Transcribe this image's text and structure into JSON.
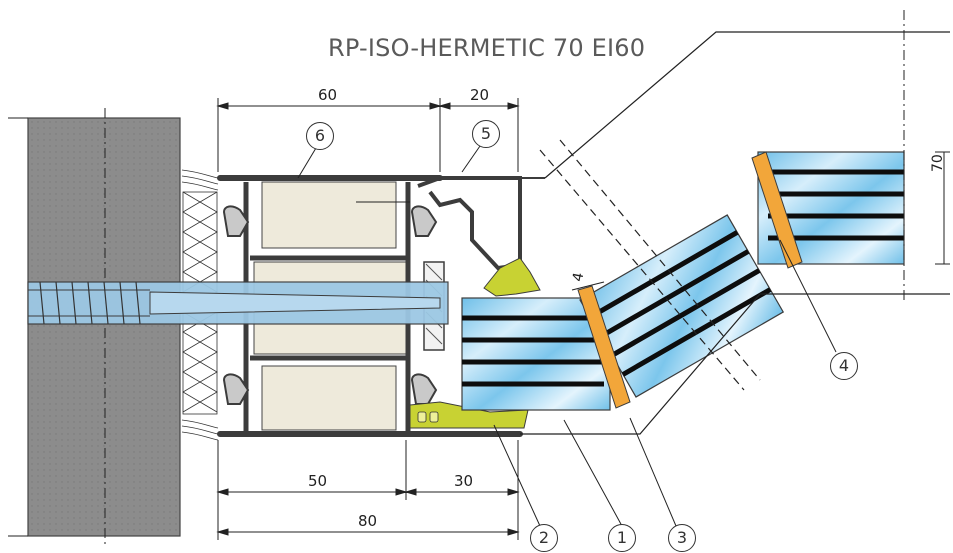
{
  "title": "RP-ISO-HERMETIC 70 EI60",
  "dimensions": {
    "top_frame": "60",
    "top_gap": "20",
    "bottom_inner": "50",
    "bottom_gap": "30",
    "bottom_total": "80",
    "glass_thickness": "70",
    "spacer": "4"
  },
  "callouts": [
    "1",
    "2",
    "3",
    "4",
    "5",
    "6"
  ],
  "colors": {
    "wall": "#8c8c8c",
    "steel": "#3c3c3c",
    "insulation": "#eeeadb",
    "gasket": "#c8d233",
    "glass": "#9fd6f2",
    "interlayer": "#0d0d0d",
    "spacer": "#f2a63a",
    "anchor": "#9cc8e4"
  }
}
